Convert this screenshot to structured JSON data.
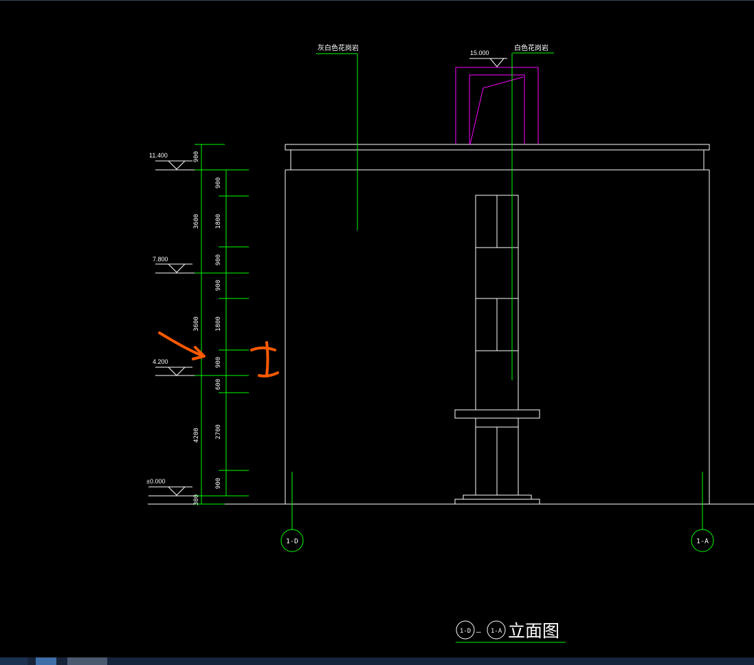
{
  "drawing": {
    "title": "立面图",
    "title_axis_from": "1-D",
    "title_axis_to": "1-A",
    "title_dash": "—",
    "colors": {
      "background": "#000000",
      "outline": "#ffffff",
      "dimension": "#00ff00",
      "parapet": "#ff00ff",
      "annotation": "#ff5a00"
    },
    "axis_markers": [
      {
        "label": "1-D"
      },
      {
        "label": "1-A"
      }
    ],
    "elevations": [
      {
        "label": "11.400"
      },
      {
        "label": "7.800"
      },
      {
        "label": "4.200"
      },
      {
        "label": "±0.000"
      }
    ],
    "top_elevation": "15.000",
    "material_notes": [
      {
        "label": "灰白色花岗岩"
      },
      {
        "label": "白色花岗岩"
      }
    ],
    "outer_dimensions": [
      "900",
      "3600",
      "3600",
      "4200",
      "300"
    ],
    "inner_dimensions": [
      "900",
      "1800",
      "900",
      "900",
      "1800",
      "900",
      "600",
      "2700",
      "900"
    ]
  }
}
